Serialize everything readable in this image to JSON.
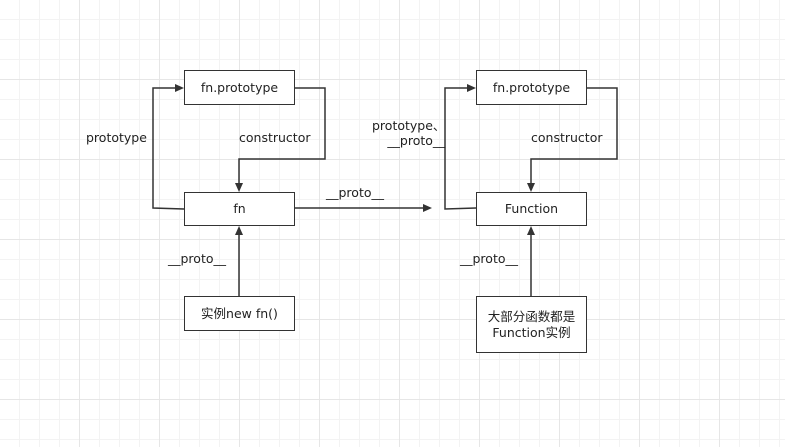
{
  "nodes": {
    "fn_prototype_left": "fn.prototype",
    "fn": "fn",
    "instance": "实例new fn()",
    "fn_prototype_right": "fn.prototype",
    "function": "Function",
    "most_functions": "大部分函数都是\nFunction实例"
  },
  "edge_labels": {
    "left_prototype": "prototype",
    "left_constructor": "constructor",
    "left_proto": "__proto__",
    "middle_proto": "__proto__",
    "right_prototype_proto": "prototype、\n__proto__",
    "right_constructor": "constructor",
    "right_proto": "__proto__"
  },
  "colors": {
    "stroke": "#333333",
    "grid": "#e6e6e6",
    "background": "#ffffff"
  }
}
